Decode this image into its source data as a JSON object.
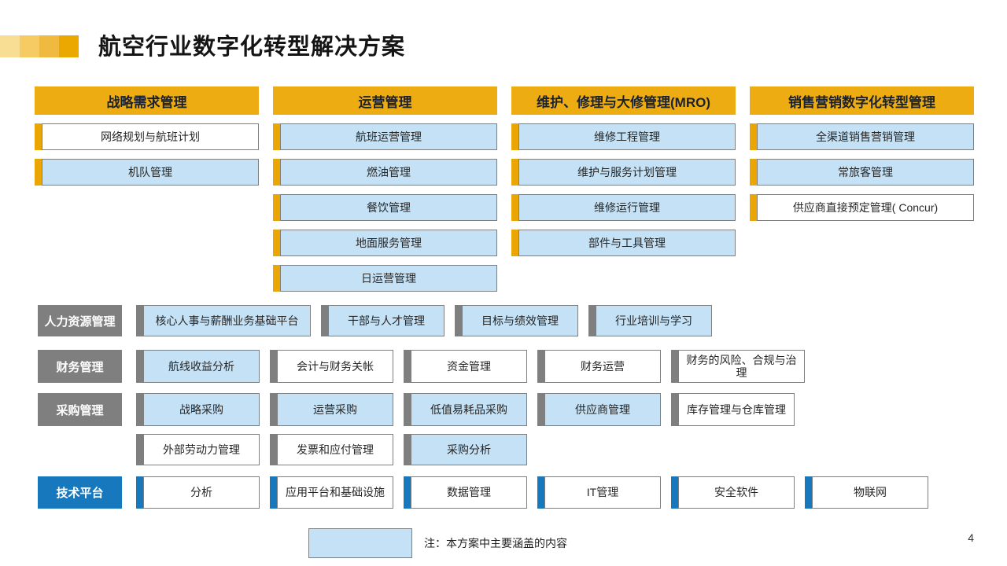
{
  "page": {
    "title": "航空行业数字化转型解决方案",
    "page_number": "4",
    "decoration_colors": [
      "#F8DE94",
      "#F7CB63",
      "#EFBA3F",
      "#EAA800"
    ]
  },
  "colors": {
    "column_header_orange": "#EEAC13",
    "accent_orange": "#E9A604",
    "covered_blue": "#C5E1F5",
    "row_label_gray": "#7F7F7F",
    "tech_blue": "#1778BE",
    "box_border_gray": "#7F7F7F"
  },
  "columns": [
    {
      "header": "战略需求管理",
      "items": [
        {
          "label": "网络规划与航班计划",
          "highlighted": false
        },
        {
          "label": "机队管理",
          "highlighted": true
        }
      ]
    },
    {
      "header": "运营管理",
      "items": [
        {
          "label": "航班运营管理",
          "highlighted": true
        },
        {
          "label": "燃油管理",
          "highlighted": true
        },
        {
          "label": "餐饮管理",
          "highlighted": true
        },
        {
          "label": "地面服务管理",
          "highlighted": true
        },
        {
          "label": "日运营管理",
          "highlighted": true
        }
      ]
    },
    {
      "header": "维护、修理与大修管理(MRO)",
      "items": [
        {
          "label": "维修工程管理",
          "highlighted": true
        },
        {
          "label": "维护与服务计划管理",
          "highlighted": true
        },
        {
          "label": "维修运行管理",
          "highlighted": true
        },
        {
          "label": "部件与工具管理",
          "highlighted": true
        }
      ]
    },
    {
      "header": "销售营销数字化转型管理",
      "items": [
        {
          "label": "全渠道销售营销管理",
          "highlighted": true
        },
        {
          "label": "常旅客管理",
          "highlighted": true
        },
        {
          "label": "供应商直接预定管理( Concur)",
          "highlighted": false
        }
      ]
    }
  ],
  "rows": [
    {
      "label": "人力资源管理",
      "items": [
        {
          "label": "核心人事与薪酬业务基础平台",
          "highlighted": true
        },
        {
          "label": "干部与人才管理",
          "highlighted": true
        },
        {
          "label": "目标与绩效管理",
          "highlighted": true
        },
        {
          "label": "行业培训与学习",
          "highlighted": true
        }
      ]
    },
    {
      "label": "财务管理",
      "items": [
        {
          "label": "航线收益分析",
          "highlighted": true
        },
        {
          "label": "会计与财务关帐",
          "highlighted": false
        },
        {
          "label": "资金管理",
          "highlighted": false
        },
        {
          "label": "财务运营",
          "highlighted": false
        },
        {
          "label": "财务的风险、合规与治理",
          "highlighted": false
        }
      ]
    },
    {
      "label": "采购管理",
      "items": [
        {
          "label": "战略采购",
          "highlighted": true
        },
        {
          "label": "运营采购",
          "highlighted": true
        },
        {
          "label": "低值易耗品采购",
          "highlighted": true
        },
        {
          "label": "供应商管理",
          "highlighted": true
        },
        {
          "label": "库存管理与仓库管理",
          "highlighted": false
        }
      ],
      "items_row2": [
        {
          "label": "外部劳动力管理",
          "highlighted": false
        },
        {
          "label": "发票和应付管理",
          "highlighted": false
        },
        {
          "label": "采购分析",
          "highlighted": true
        }
      ]
    },
    {
      "label": "技术平台",
      "items": [
        {
          "label": "分析",
          "highlighted": false
        },
        {
          "label": "应用平台和基础设施",
          "highlighted": false
        },
        {
          "label": "数据管理",
          "highlighted": false
        },
        {
          "label": "IT管理",
          "highlighted": false
        },
        {
          "label": "安全软件",
          "highlighted": false
        },
        {
          "label": "物联网",
          "highlighted": false
        }
      ]
    }
  ],
  "legend": {
    "note": "注：本方案中主要涵盖的内容"
  }
}
